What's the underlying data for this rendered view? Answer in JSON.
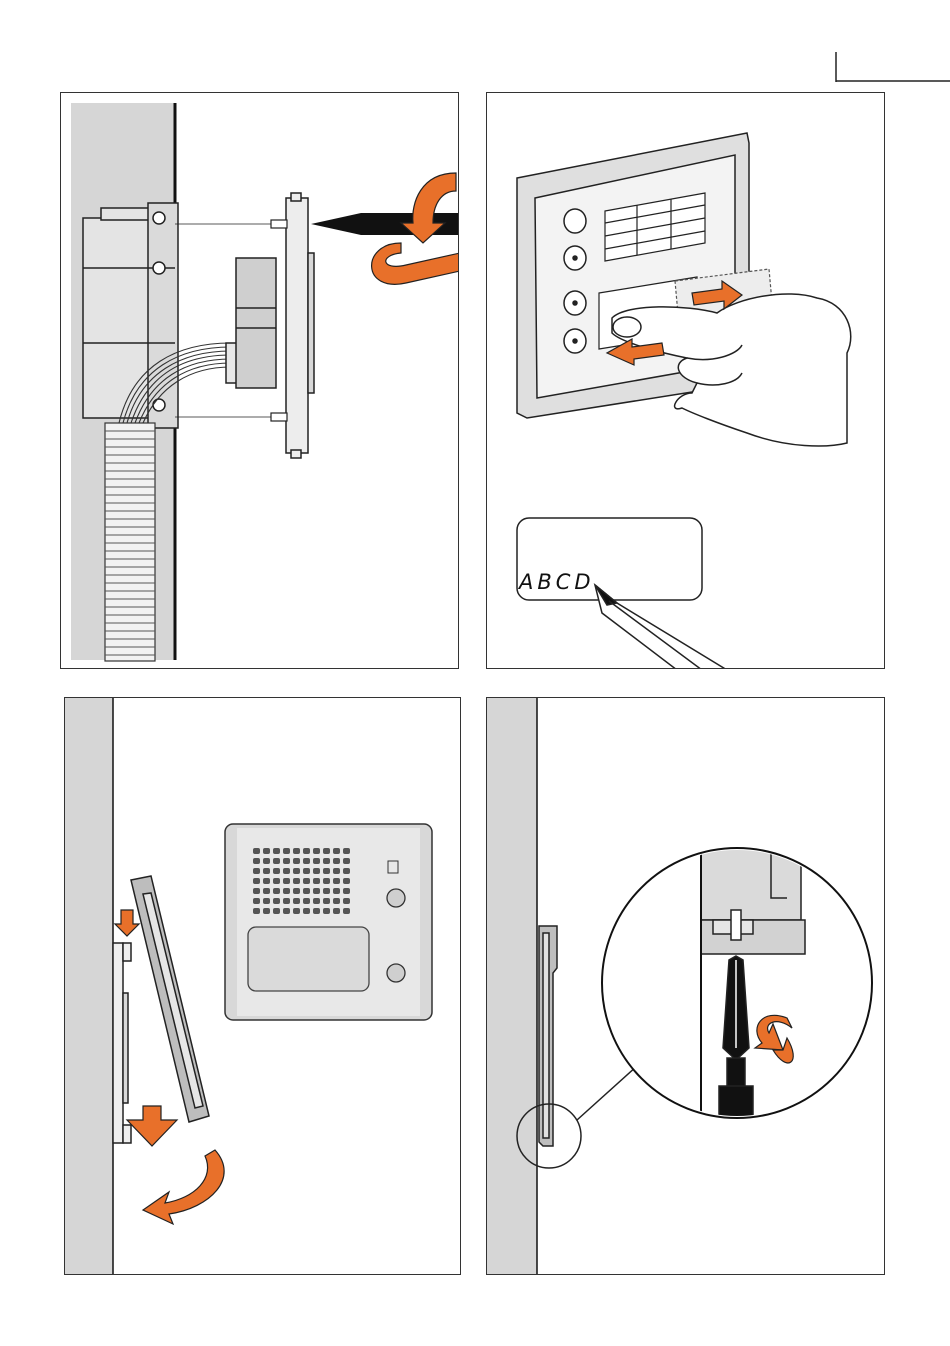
{
  "page": {
    "panels": [
      {
        "id": "step-1",
        "depicts": "mounting-plate-screwed-to-flush-box"
      },
      {
        "id": "step-2",
        "depicts": "sliding-name-label-out-of-panel"
      },
      {
        "id": "step-3",
        "depicts": "hooking-front-panel-onto-plate"
      },
      {
        "id": "step-4",
        "depicts": "tightening-bottom-locking-screw"
      }
    ]
  },
  "label_card": {
    "handwritten_text": "ABCD"
  },
  "colors": {
    "arrow": "#E8702A",
    "wall": "#D6D6D6",
    "device_face": "#E9E9E9",
    "ink": "#1A1A1A"
  },
  "icons": [
    "screwdriver-icon",
    "rotate-arrow-icon",
    "pencil-icon",
    "hand-icon",
    "push-arrow-icon"
  ]
}
